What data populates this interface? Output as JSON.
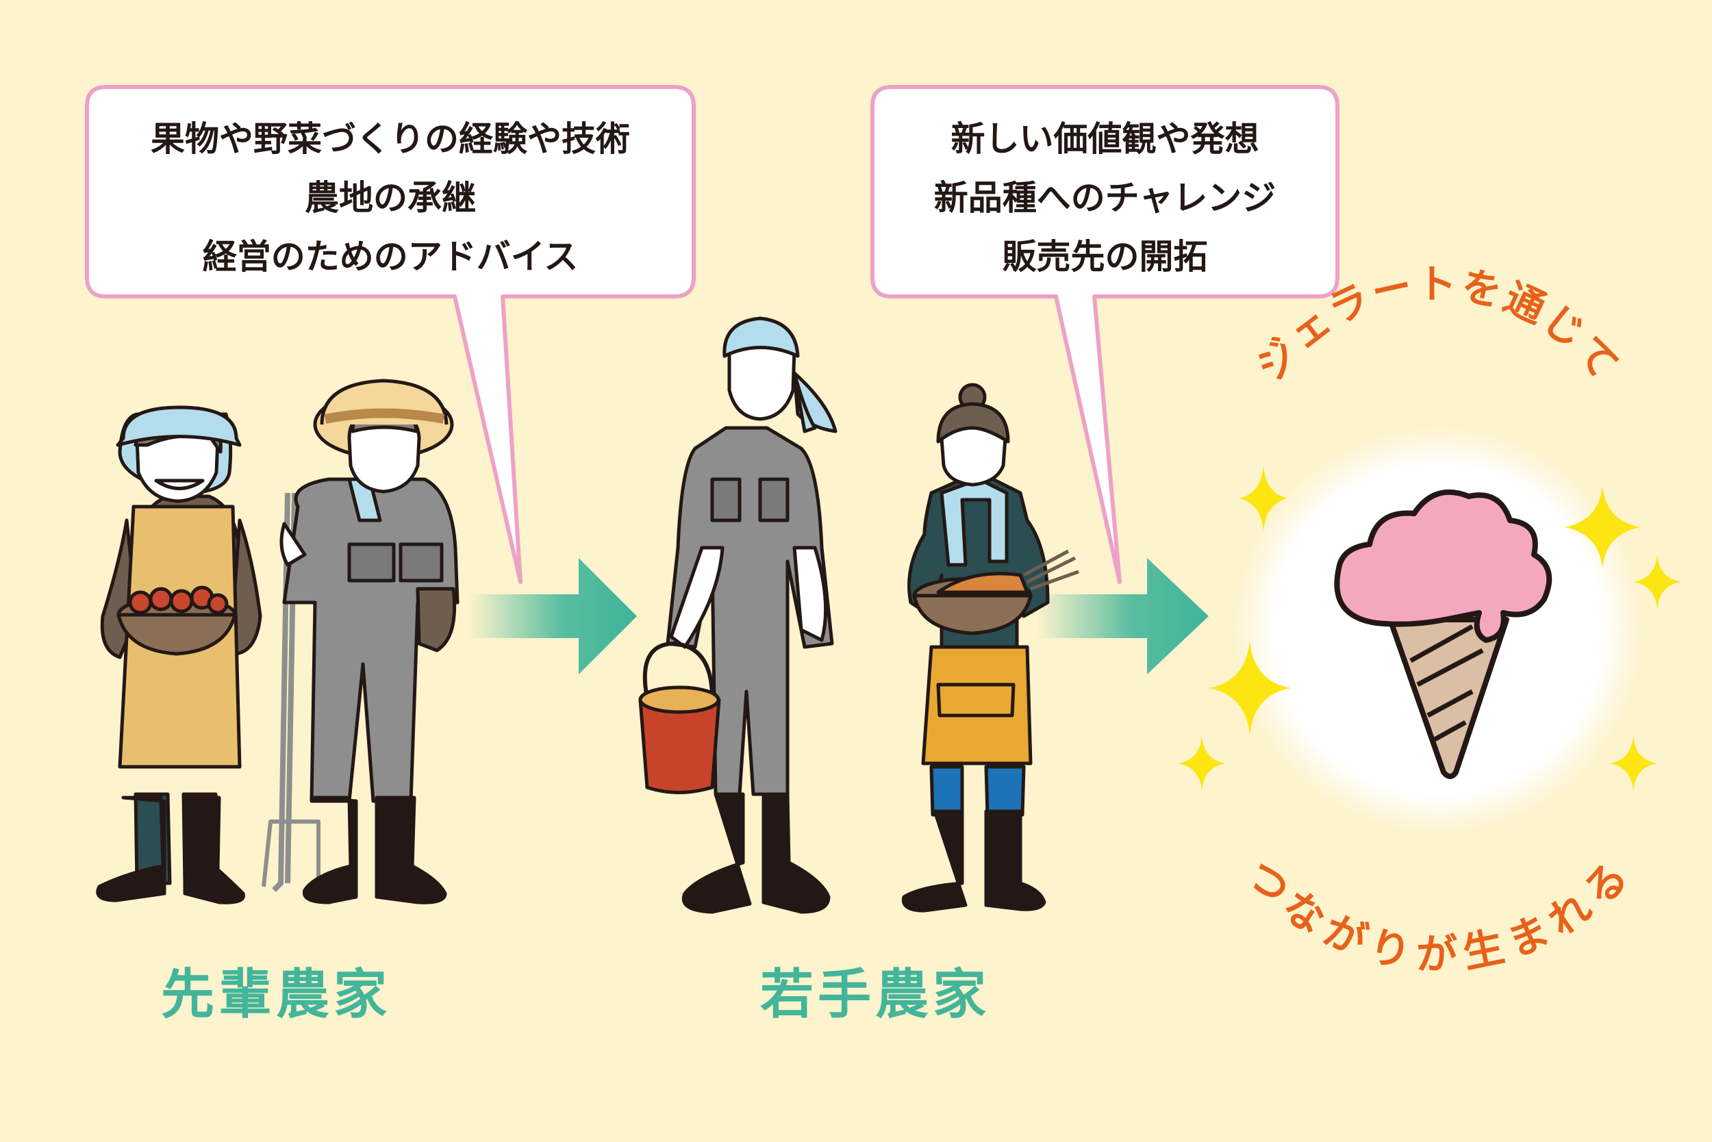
{
  "colors": {
    "background": "#fdf3cc",
    "bubble_border": "#eea1c6",
    "arrow": "#3db499",
    "label": "#43b59b",
    "arc_text": "#e8611a",
    "sparkle": "#fce510",
    "icecream_pink": "#f4a8c0",
    "cone": "#dbbfa4"
  },
  "bubble_left": {
    "lines": [
      "果物や野菜づくりの経験や技術",
      "農地の承継",
      "経営のためのアドバイス"
    ]
  },
  "bubble_right": {
    "lines": [
      "新しい価値観や発想",
      "新品種へのチャレンジ",
      "販売先の開拓"
    ]
  },
  "labels": {
    "senior": "先輩農家",
    "young": "若手農家"
  },
  "result": {
    "top_arc": "ジェラートを通じて",
    "bottom_arc": "つながりが生まれる"
  },
  "icons": [
    "elderly-woman-farmer",
    "elderly-man-farmer",
    "young-man-farmer",
    "young-woman-farmer",
    "arrow-right-icon",
    "ice-cream-icon",
    "sparkle-icon"
  ]
}
